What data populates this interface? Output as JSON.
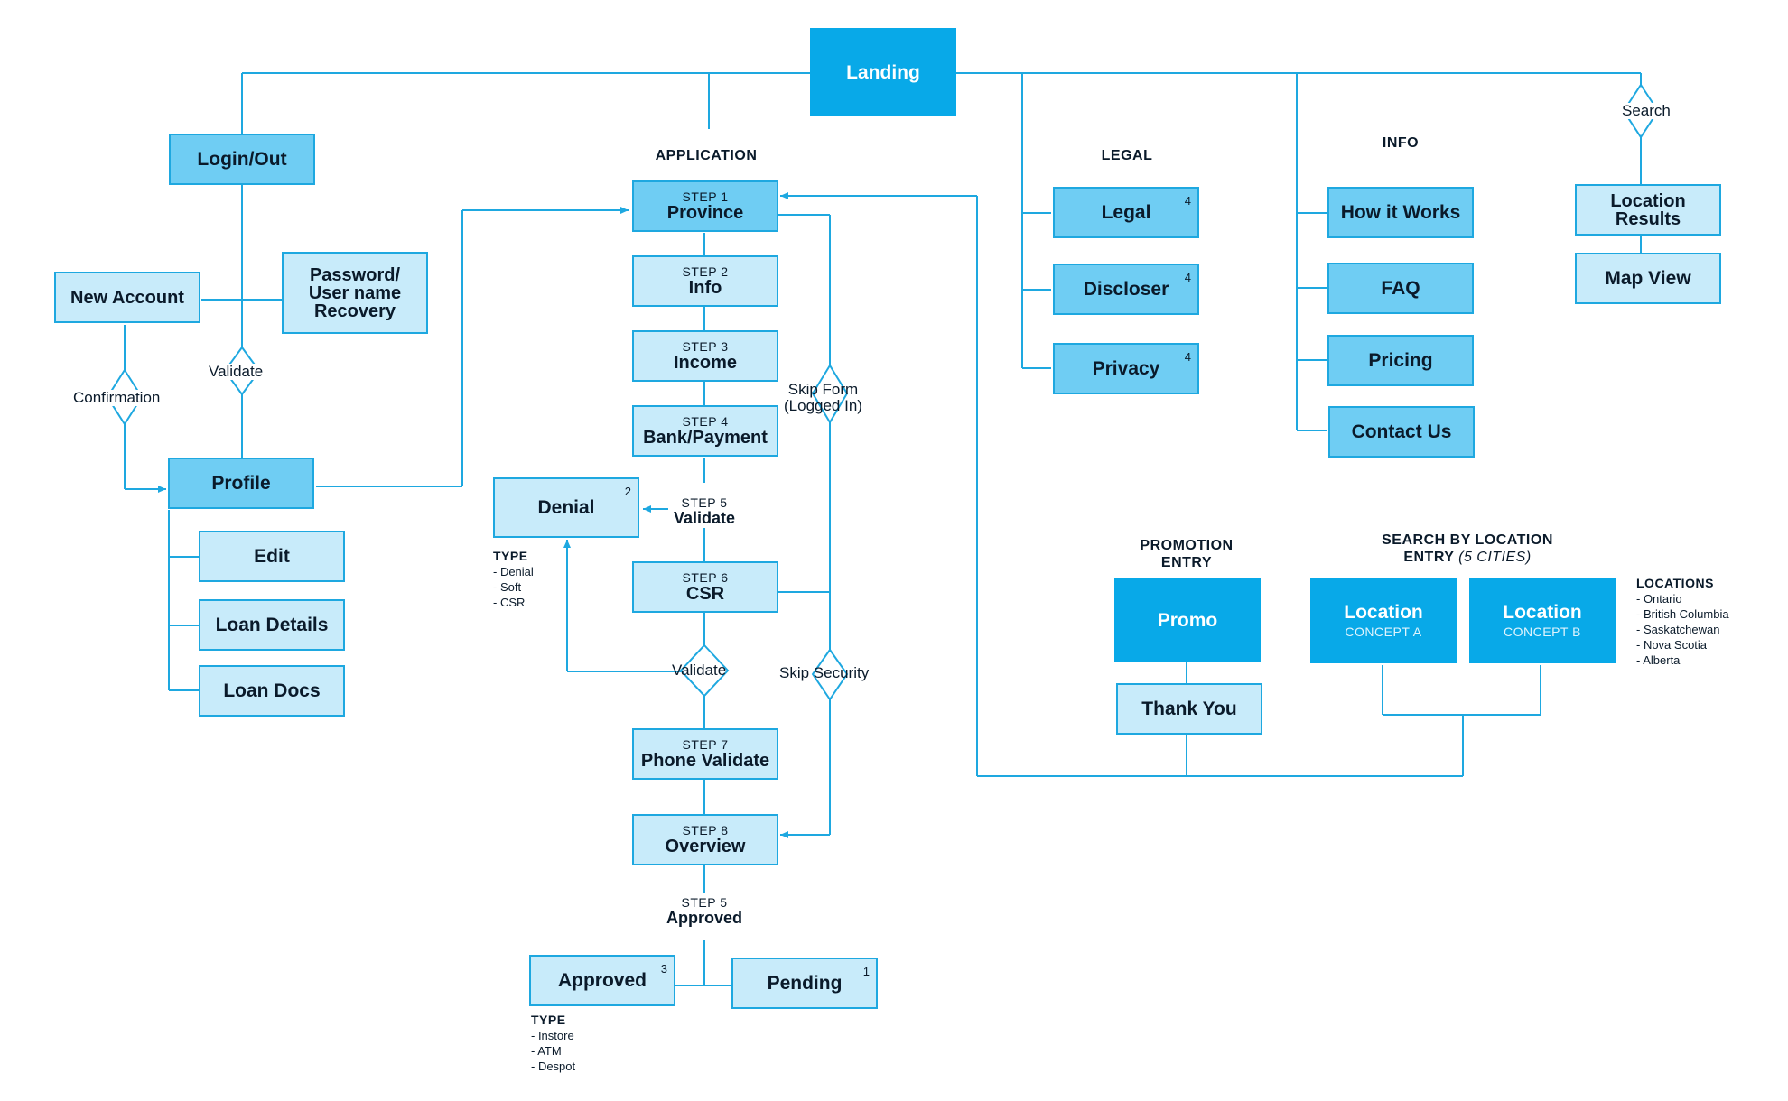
{
  "landing": "Landing",
  "login": "Login/Out",
  "new_account": "New Account",
  "password_recovery": [
    "Password/",
    "User name",
    "Recovery"
  ],
  "profile": "Profile",
  "profile_items": [
    "Edit",
    "Loan Details",
    "Loan Docs"
  ],
  "labels": {
    "confirmation": "Confirmation",
    "validate": "Validate",
    "skip_form": [
      "Skip Form",
      "(Logged In)"
    ],
    "skip_security": "Skip Security",
    "validate_csr": "Validate",
    "search": "Search"
  },
  "application": {
    "header": "APPLICATION",
    "steps": [
      {
        "step": "STEP 1",
        "name": "Province"
      },
      {
        "step": "STEP 2",
        "name": "Info"
      },
      {
        "step": "STEP 3",
        "name": "Income"
      },
      {
        "step": "STEP 4",
        "name": "Bank/Payment"
      },
      {
        "step": "STEP 5",
        "name": "Validate"
      },
      {
        "step": "STEP 6",
        "name": "CSR"
      },
      {
        "step": "STEP 7",
        "name": "Phone Validate"
      },
      {
        "step": "STEP 8",
        "name": "Overview"
      },
      {
        "step": "STEP 5",
        "name": "Approved"
      }
    ],
    "denial": {
      "name": "Denial",
      "count": "2",
      "type_header": "TYPE",
      "types": [
        "- Denial",
        "- Soft",
        "- CSR"
      ]
    },
    "approved": {
      "name": "Approved",
      "count": "3",
      "type_header": "TYPE",
      "types": [
        "- Instore",
        "- ATM",
        "- Despot"
      ]
    },
    "pending": {
      "name": "Pending",
      "count": "1"
    }
  },
  "legal": {
    "header": "LEGAL",
    "items": [
      {
        "name": "Legal",
        "count": "4"
      },
      {
        "name": "Discloser",
        "count": "4"
      },
      {
        "name": "Privacy",
        "count": "4"
      }
    ]
  },
  "info": {
    "header": "INFO",
    "items": [
      "How it Works",
      "FAQ",
      "Pricing",
      "Contact Us"
    ]
  },
  "search": {
    "location_results": [
      "Location",
      "Results"
    ],
    "map_view": "Map View"
  },
  "promotion": {
    "header": [
      "PROMOTION",
      "ENTRY"
    ],
    "promo": "Promo",
    "thank_you": "Thank You"
  },
  "search_by_location": {
    "header_line1": "SEARCH BY LOCATION",
    "header_line2": "ENTRY",
    "header_note": "(5 CITIES)",
    "concept_a": {
      "name": "Location",
      "sub": "CONCEPT A"
    },
    "concept_b": {
      "name": "Location",
      "sub": "CONCEPT B"
    },
    "locations_header": "LOCATIONS",
    "locations": [
      "- Ontario",
      "- British Columbia",
      "- Saskatchewan",
      "- Nova Scotia",
      "- Alberta"
    ]
  },
  "colors": {
    "line": "#1ea8e0",
    "box_mid": "#6fcdf3",
    "box_light": "#c8ebfa",
    "box_dark": "#08a9e8"
  }
}
